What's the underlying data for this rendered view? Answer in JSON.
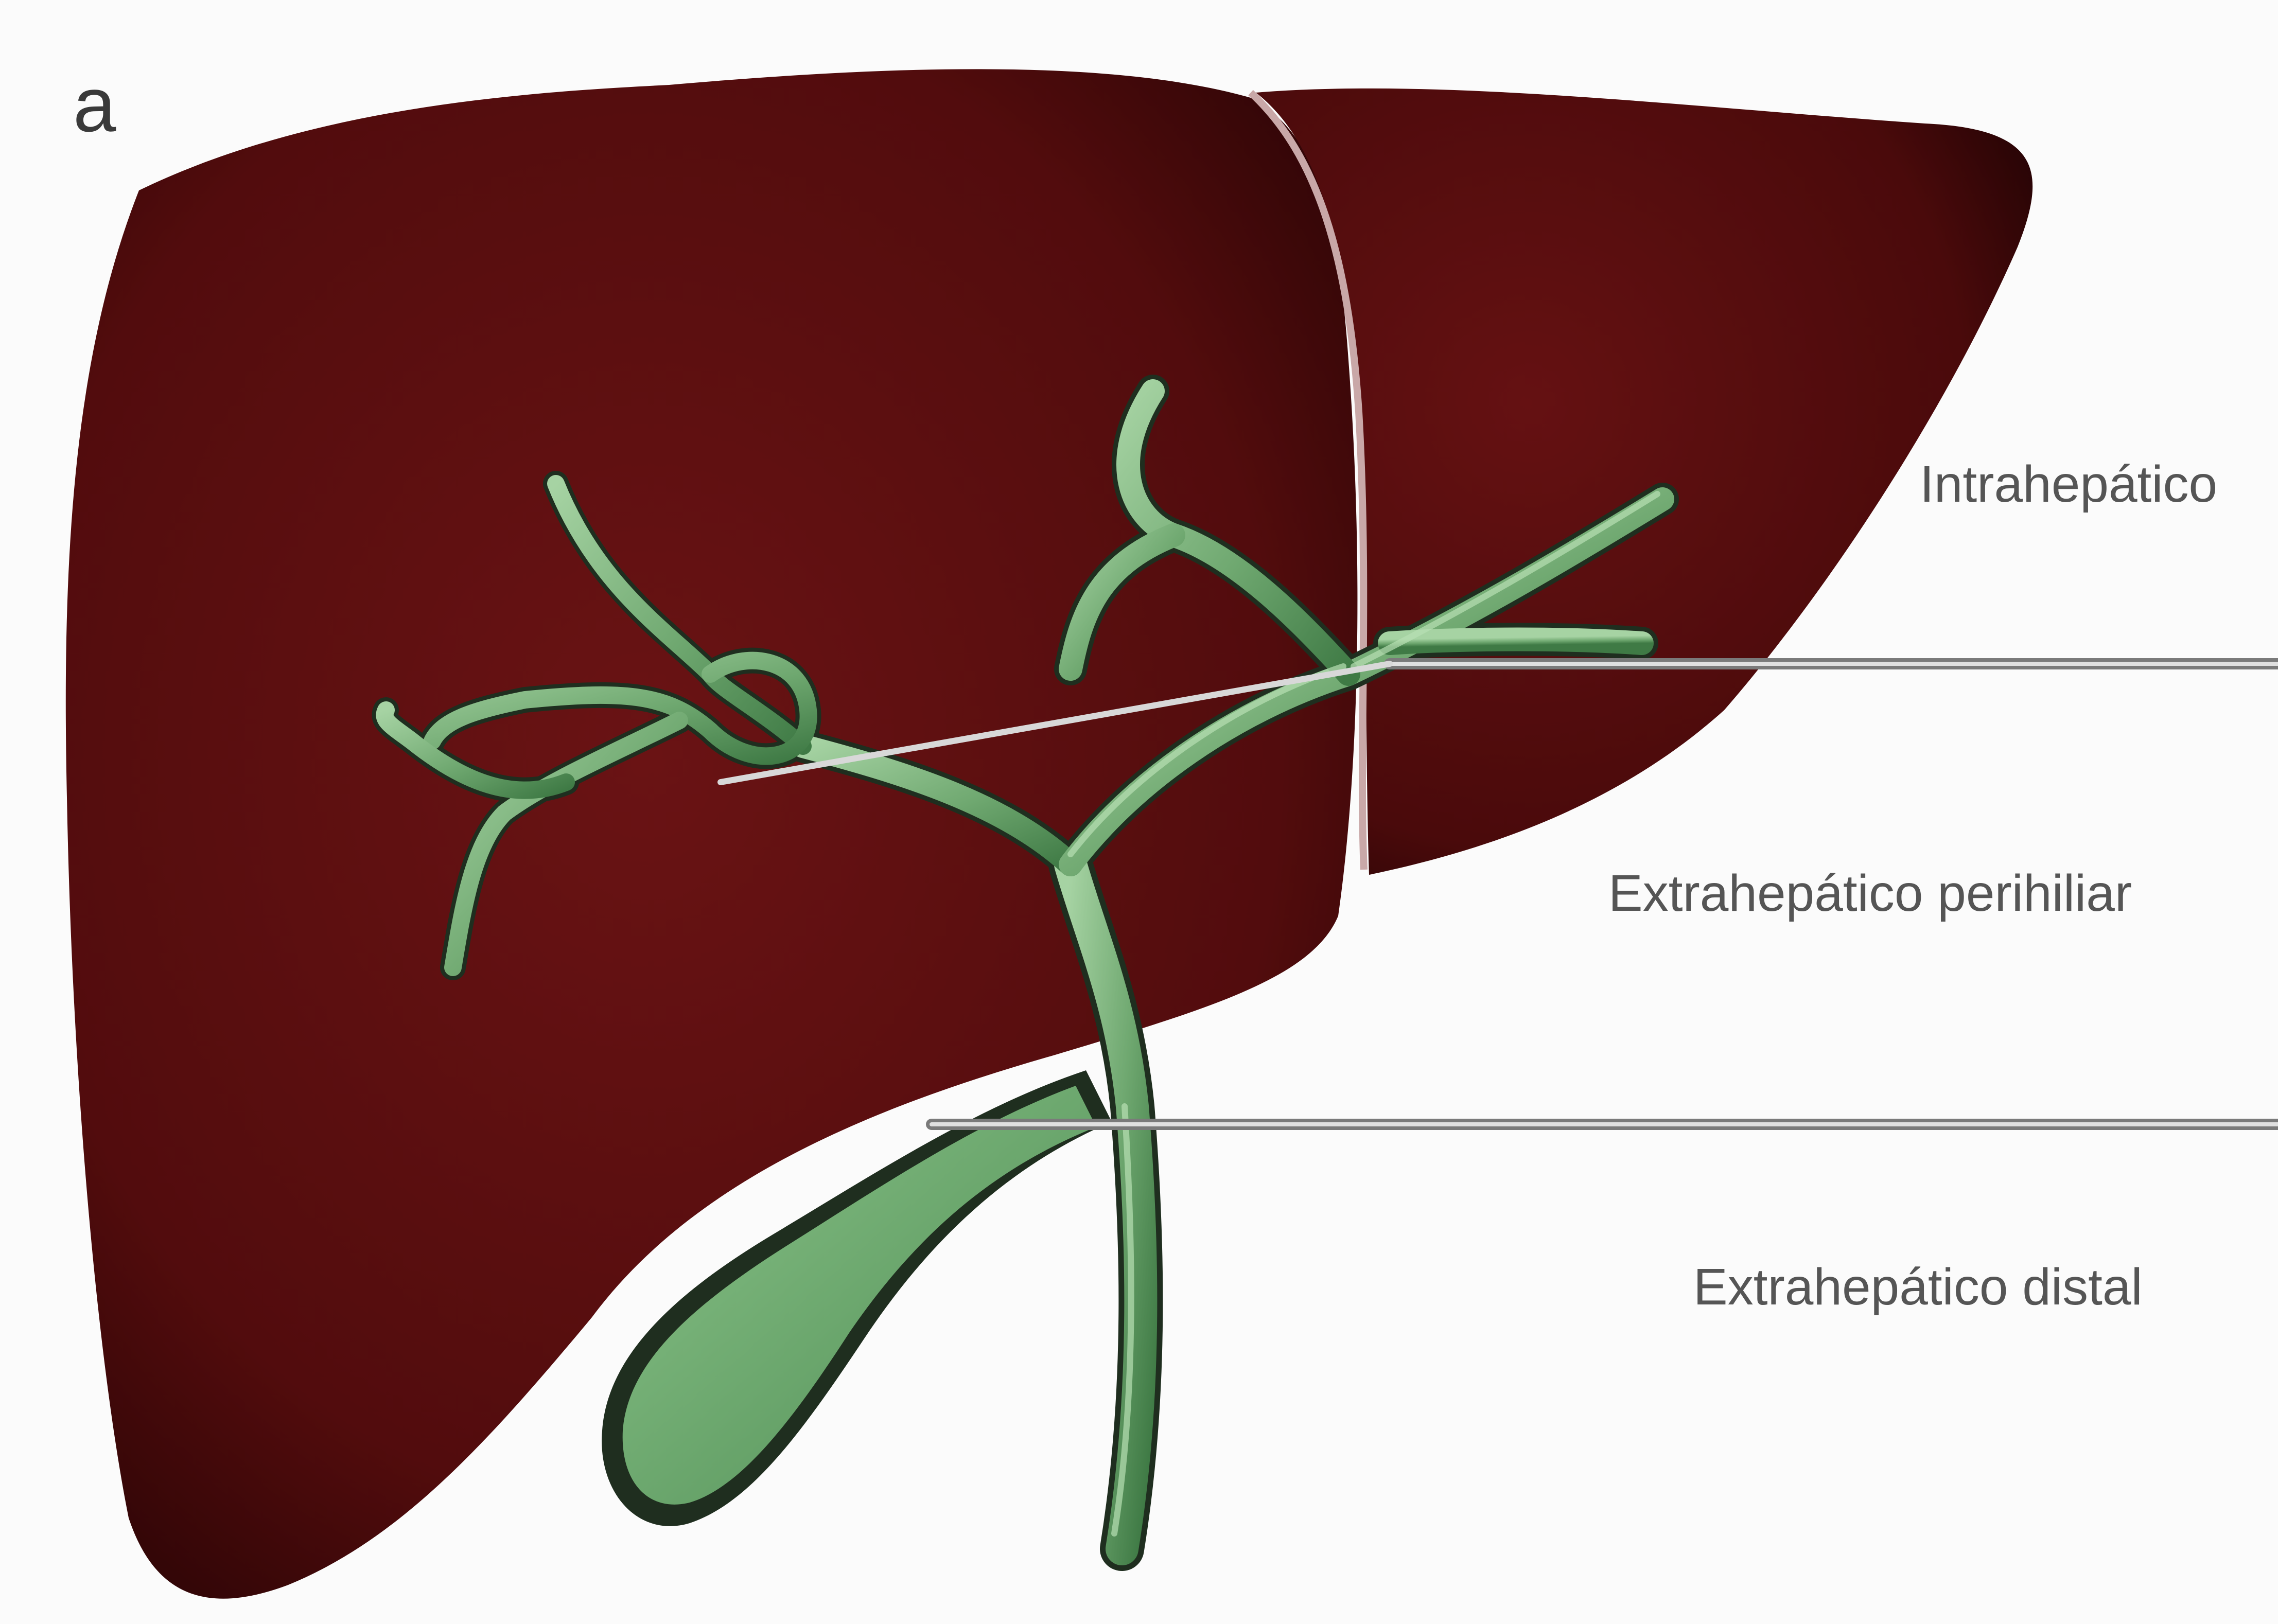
{
  "figure": {
    "panel_letter": "a",
    "labels": {
      "intrahepatic": "Intrahepático",
      "perihilar": "Extrahepático perihiliar",
      "distal": "Extrahepático distal"
    }
  },
  "colors": {
    "background": "#fbfbfb",
    "liver": "#5a0f10",
    "liver_dark": "#2a0405",
    "bile_duct": "#6fa870",
    "bile_duct_highlight": "#a6d3a3",
    "bile_duct_outline": "#1f2e1f",
    "leader_line": "#7a7a7a"
  }
}
